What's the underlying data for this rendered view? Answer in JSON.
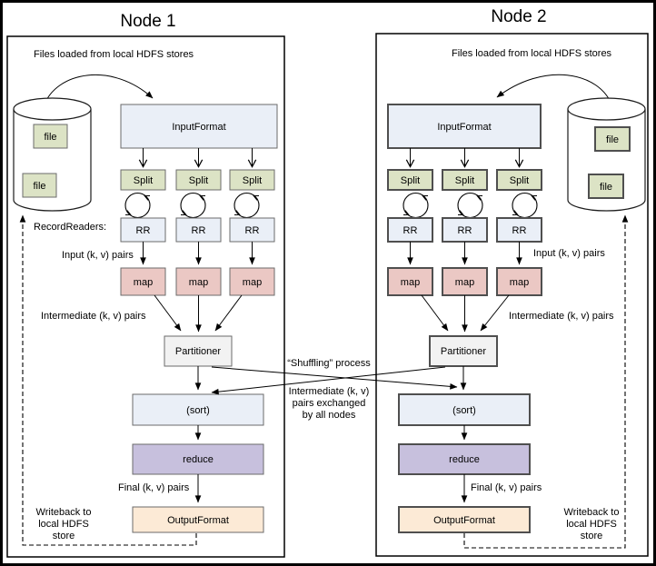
{
  "node1": {
    "title": "Node 1"
  },
  "node2": {
    "title": "Node 2"
  },
  "boxes": {
    "input_format": "InputFormat",
    "split": "Split",
    "record_reader": "RR",
    "map": "map",
    "partitioner": "Partitioner",
    "sort": "(sort)",
    "reduce": "reduce",
    "output_format": "OutputFormat",
    "file": "file"
  },
  "annotations": {
    "files_loaded": "Files loaded from local HDFS stores",
    "record_readers": "RecordReaders:",
    "input_pairs": "Input (k, v) pairs",
    "intermediate_pairs": "Intermediate (k, v) pairs",
    "final_pairs": "Final (k, v) pairs",
    "shuffling": "“Shuffling” process",
    "exchanged": [
      "Intermediate (k, v)",
      "pairs exchanged",
      "by all nodes"
    ],
    "writeback": [
      "Writeback to",
      "local HDFS",
      "store"
    ]
  },
  "colors": {
    "format_box": "#eaeff7",
    "split_file_box": "#dce3c5",
    "map_box": "#ebc8c4",
    "partitioner_box": "#f2f2f2",
    "reduce_box": "#c7c0dd",
    "output_box": "#fcead6",
    "background": "#ffffff",
    "line": "#000000"
  }
}
